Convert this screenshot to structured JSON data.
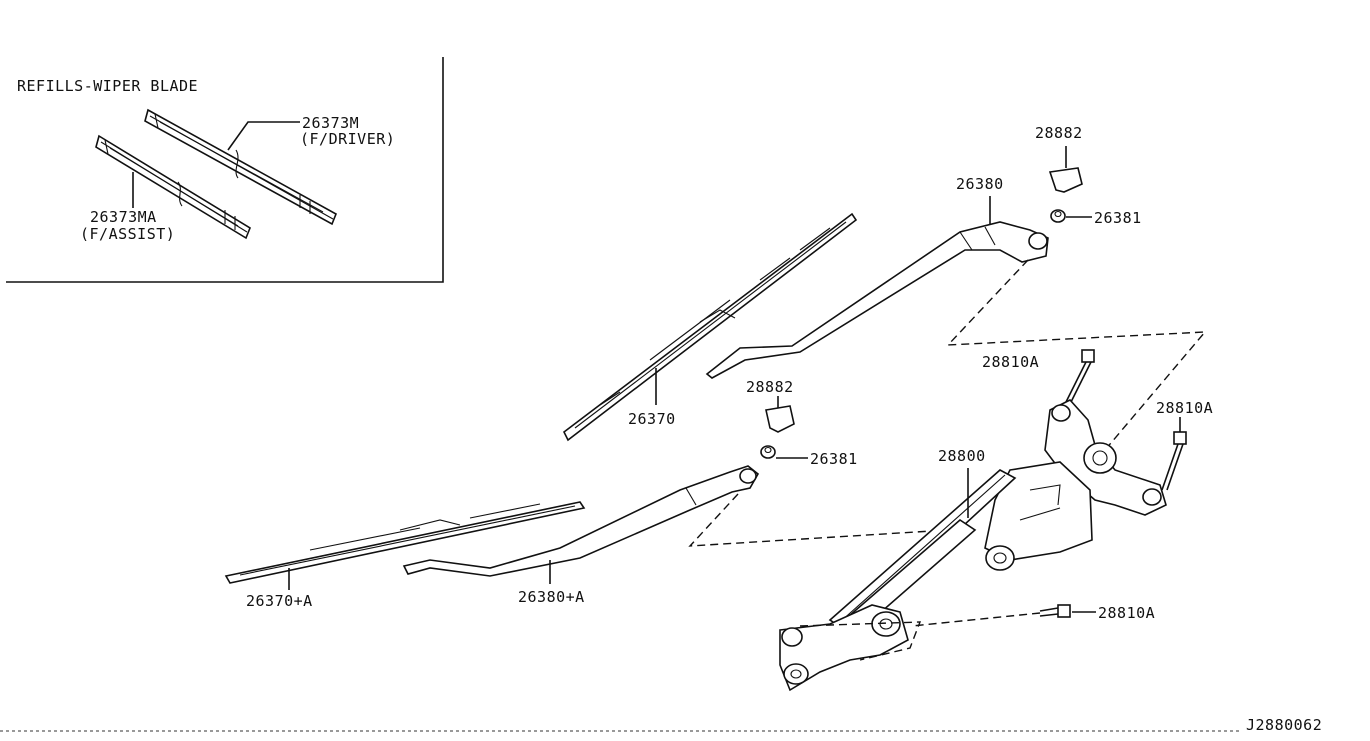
{
  "inset": {
    "title": "REFILLS-WIPER BLADE",
    "parts": [
      {
        "number": "26373M",
        "desc": "(F/DRIVER)"
      },
      {
        "number": "26373MA",
        "desc": "(F/ASSIST)"
      }
    ]
  },
  "callouts": {
    "p28882_top": "28882",
    "p26380": "26380",
    "p26381_top": "26381",
    "p28810A_1": "28810A",
    "p28810A_2": "28810A",
    "p28810A_3": "28810A",
    "p26370": "26370",
    "p28882_mid": "28882",
    "p26381_mid": "26381",
    "p28800": "28800",
    "p26370A": "26370+A",
    "p26380A": "26380+A"
  },
  "diagram_id": "J2880062"
}
